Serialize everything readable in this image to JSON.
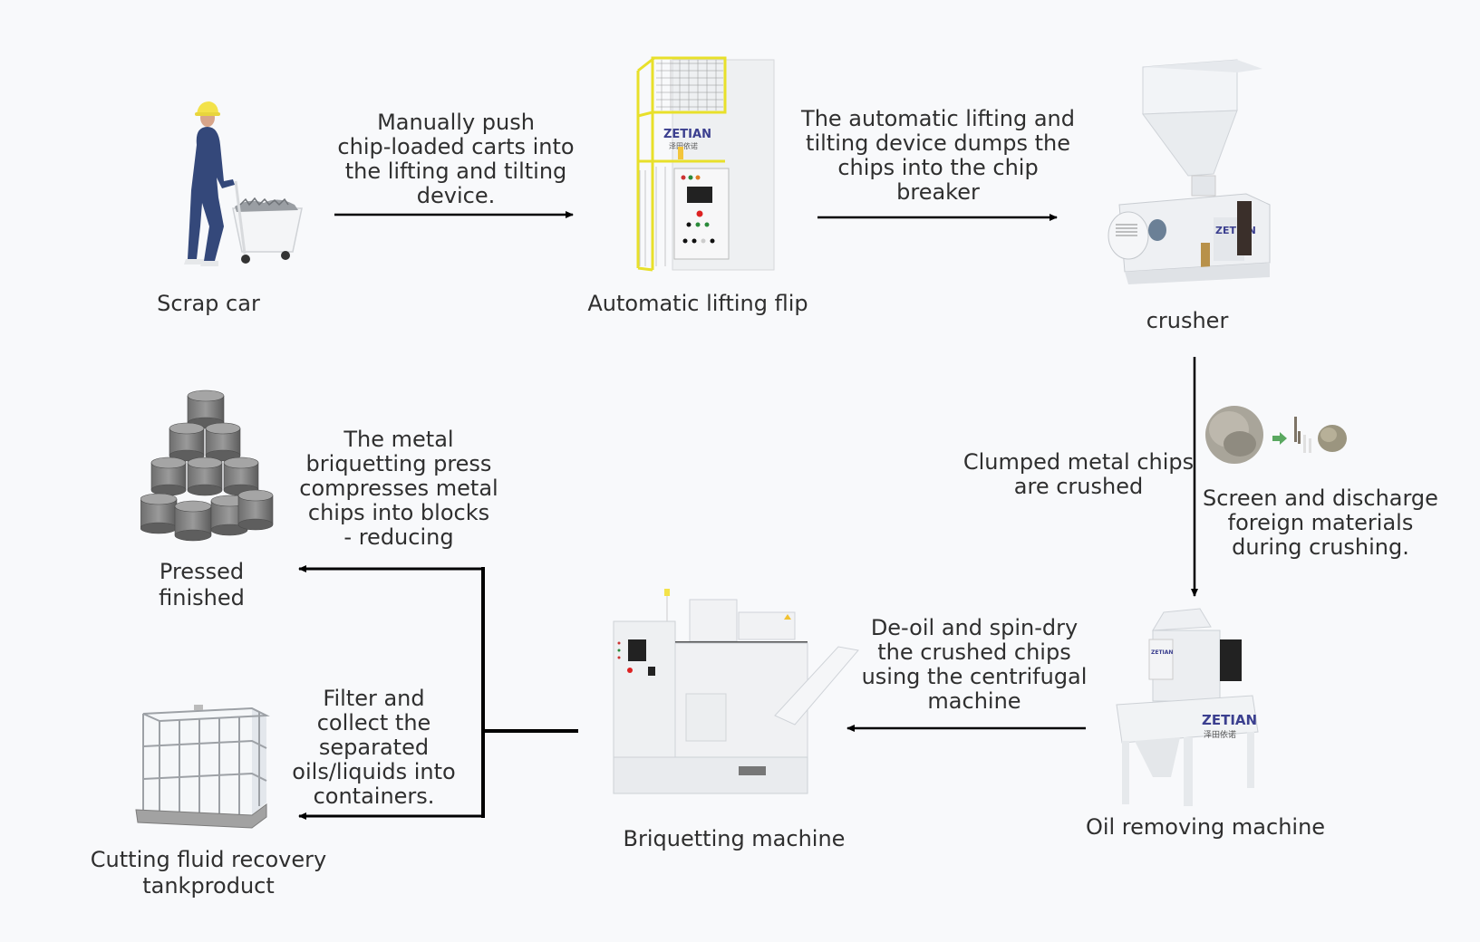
{
  "diagram": {
    "type": "process-flow",
    "nodes": [
      {
        "id": "scrap-car",
        "label": "Scrap car",
        "icon": "worker-cart-icon"
      },
      {
        "id": "lifting-flip",
        "label": "Automatic lifting flip",
        "icon": "lifting-tilting-machine-icon",
        "brand": "ZETIAN",
        "brand_cn": "泽田依诺"
      },
      {
        "id": "crusher",
        "label": "crusher",
        "icon": "crusher-machine-icon",
        "brand": "ZETIAN"
      },
      {
        "id": "oil-removing",
        "label": "Oil removing machine",
        "icon": "centrifuge-machine-icon",
        "brand": "ZETIAN",
        "brand_cn": "泽田依诺"
      },
      {
        "id": "briquetting",
        "label": "Briquetting machine",
        "icon": "briquetting-machine-icon"
      },
      {
        "id": "pressed",
        "label": "Pressed finished",
        "label_lines": [
          "Pressed",
          "finished"
        ],
        "icon": "briquettes-stack-icon"
      },
      {
        "id": "fluid-tank",
        "label": "Cutting fluid recovery tankproduct",
        "label_lines": [
          "Cutting fluid recovery",
          "tankproduct"
        ],
        "icon": "ibc-tank-icon"
      }
    ],
    "edges": [
      {
        "from": "scrap-car",
        "to": "lifting-flip",
        "lines": [
          "Manually push",
          "chip-loaded carts into",
          "the lifting and tilting",
          "device."
        ]
      },
      {
        "from": "lifting-flip",
        "to": "crusher",
        "lines": [
          "The automatic lifting and",
          "tilting device dumps the",
          "chips into the chip",
          "breaker"
        ]
      },
      {
        "from": "crusher",
        "to": "oil-removing",
        "lines": [
          "Clumped metal chips",
          "are crushed"
        ],
        "side_note": [
          "Screen and discharge",
          "foreign materials",
          "during crushing."
        ]
      },
      {
        "from": "oil-removing",
        "to": "briquetting",
        "lines": [
          "De-oil and spin-dry",
          "the crushed chips",
          "using the centrifugal",
          "machine"
        ]
      },
      {
        "from": "briquetting",
        "to": "pressed",
        "lines": [
          "The metal",
          "briquetting press",
          "compresses metal",
          "chips into blocks",
          "- reducing"
        ]
      },
      {
        "from": "briquetting",
        "to": "fluid-tank",
        "lines": [
          "Filter and",
          "collect the",
          "separated",
          "oils/liquids into",
          "containers."
        ]
      }
    ],
    "colors": {
      "background": "#f8f9fb",
      "arrow": "#000000",
      "text": "#2f2f2f",
      "brand": "#3b3f8f",
      "guard_yellow": "#e8e02a",
      "worker_suit": "#34487a",
      "helmet": "#f3e24a",
      "green_arrow": "#5aa860"
    }
  }
}
